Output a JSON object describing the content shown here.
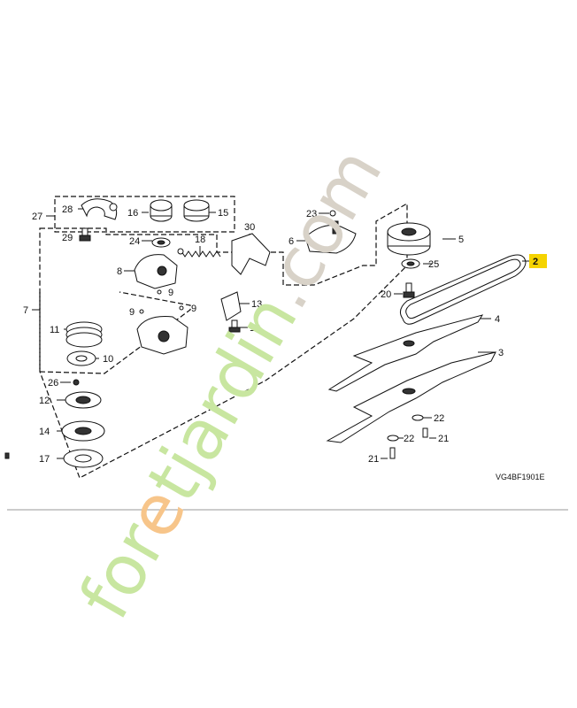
{
  "diagram": {
    "part_numbers": {
      "p2": "2",
      "p3": "3",
      "p4": "4",
      "p5": "5",
      "p6": "6",
      "p7": "7",
      "p8": "8",
      "p9a": "9",
      "p9b": "9",
      "p9c": "9",
      "p10": "10",
      "p11": "11",
      "p12": "12",
      "p13": "13",
      "p14": "14",
      "p15": "15",
      "p16": "16",
      "p17": "17",
      "p18": "18",
      "p19": "19",
      "p20": "20",
      "p21a": "21",
      "p21b": "21",
      "p22a": "22",
      "p22b": "22",
      "p23": "23",
      "p24": "24",
      "p25": "25",
      "p26": "26",
      "p27": "27",
      "p28": "28",
      "p29": "29",
      "p30": "30"
    },
    "highlight_color": "#f5d300",
    "reference_code": "VG4BF1901E"
  },
  "watermark": {
    "segments": [
      {
        "text": "for",
        "color": "#c8e6a0"
      },
      {
        "text": "e",
        "color": "#f7c58a"
      },
      {
        "text": "tjardin",
        "color": "#c8e6a0"
      },
      {
        "text": ".com",
        "color": "#d8d2c8"
      }
    ]
  }
}
